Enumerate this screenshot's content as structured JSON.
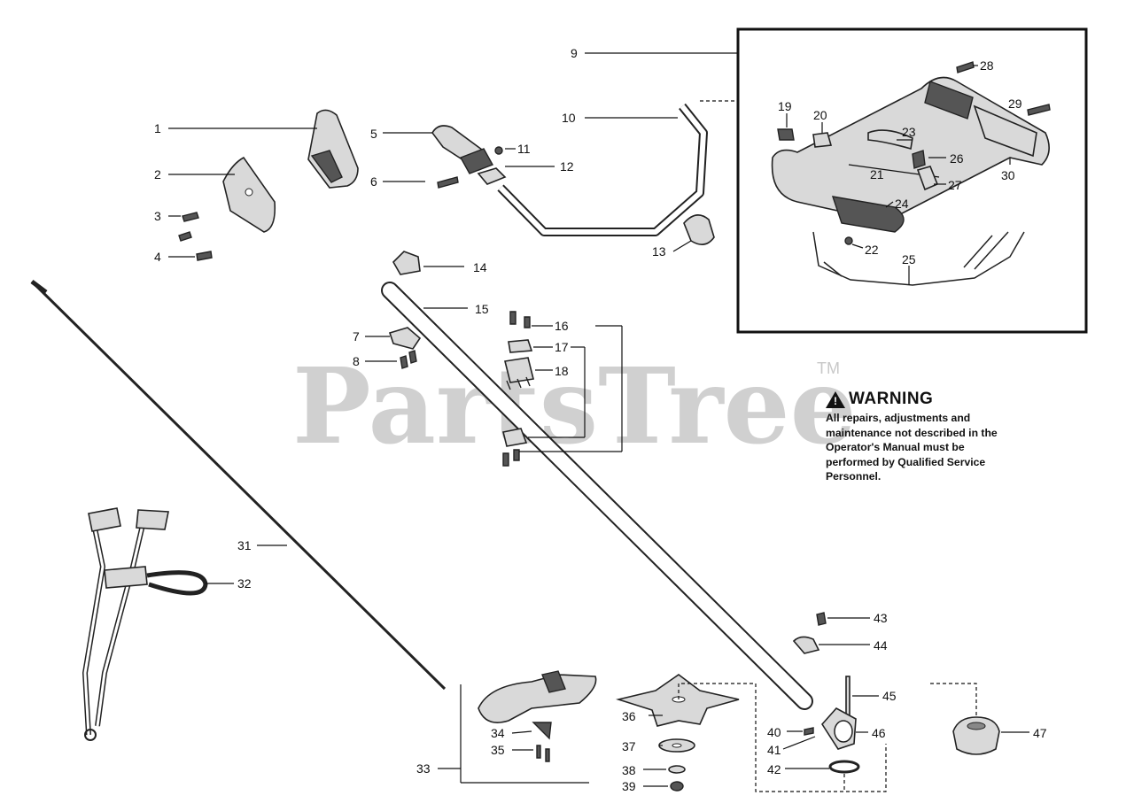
{
  "watermark": {
    "brand": "PartsTree",
    "trademark": "TM"
  },
  "warning": {
    "title": "WARNING",
    "icon": "warning-triangle-icon",
    "body": "All repairs, adjustments and maintenance not described in the Operator's Manual must be performed by Qualified Service Personnel."
  },
  "callouts": {
    "n1": "1",
    "n2": "2",
    "n3": "3",
    "n4": "4",
    "n5": "5",
    "n6": "6",
    "n7": "7",
    "n8": "8",
    "n9": "9",
    "n10": "10",
    "n11": "11",
    "n12": "12",
    "n13": "13",
    "n14": "14",
    "n15": "15",
    "n16": "16",
    "n17": "17",
    "n18": "18",
    "n19": "19",
    "n20": "20",
    "n21": "21",
    "n22": "22",
    "n23": "23",
    "n24": "24",
    "n25": "25",
    "n26": "26",
    "n27": "27",
    "n28": "28",
    "n29": "29",
    "n30": "30",
    "n31": "31",
    "n32": "32",
    "n33": "33",
    "n34": "34",
    "n35": "35",
    "n36": "36",
    "n37": "37",
    "n38": "38",
    "n39": "39",
    "n40": "40",
    "n41": "41",
    "n42": "42",
    "n43": "43",
    "n44": "44",
    "n45": "45",
    "n46": "46",
    "n47": "47"
  }
}
